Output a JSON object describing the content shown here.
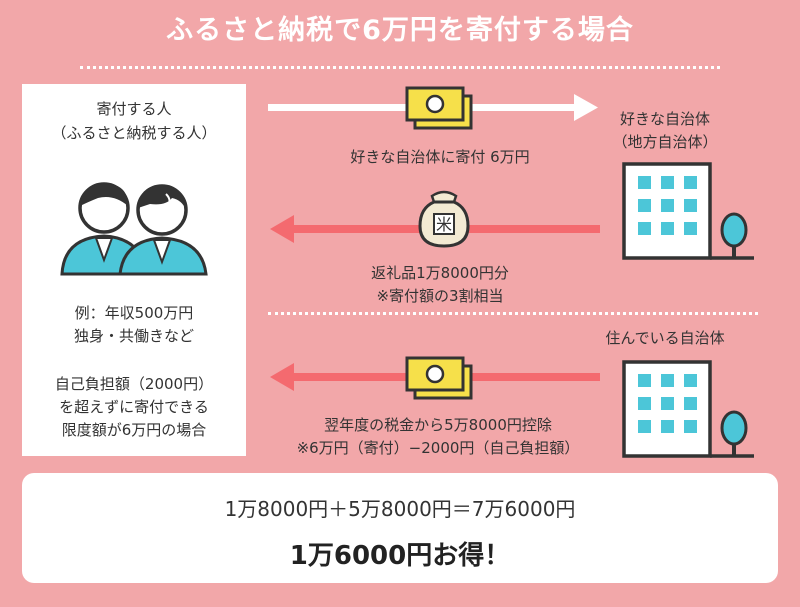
{
  "title": "ふるさと納税で6万円を寄付する場合",
  "donor": {
    "title_line1": "寄付する人",
    "title_line2": "（ふるさと納税する人）",
    "example_line1": "例：年収500万円",
    "example_line2": "独身・共働きなど",
    "condition_line1": "自己負担額（2000円）",
    "condition_line2": "を超えずに寄付できる",
    "condition_line3": "限度額が6万円の場合"
  },
  "flows": {
    "donation_label": "好きな自治体に寄付 6万円",
    "gift_label_line1": "返礼品1万8000円分",
    "gift_label_line2": "※寄付額の3割相当",
    "deduction_label_line1": "翌年度の税金から5万8000円控除",
    "deduction_label_line2": "※6万円（寄付）−2000円（自己負担額）"
  },
  "municipalities": {
    "favorite_line1": "好きな自治体",
    "favorite_line2": "（地方自治体）",
    "residence": "住んでいる自治体"
  },
  "result": {
    "formula": "1万8000円＋5万8000円＝7万6000円",
    "gain": "1万6000円お得！"
  },
  "colors": {
    "background": "#f2a7a9",
    "arrow_white": "#ffffff",
    "arrow_red": "#f46a6f",
    "building_window": "#4cc6d8",
    "money": "#f6e04a"
  }
}
